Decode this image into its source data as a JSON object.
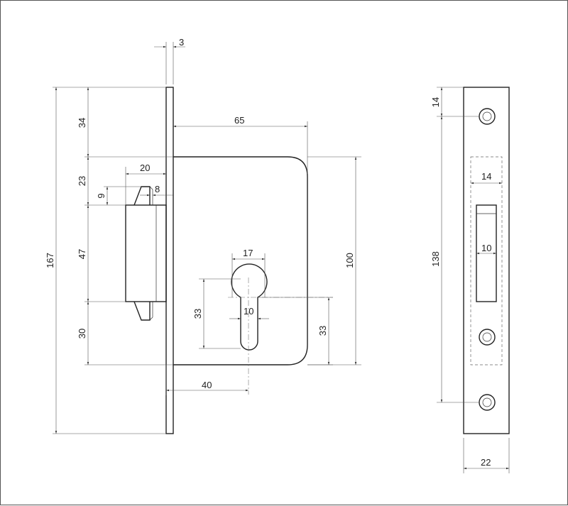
{
  "dimensions": {
    "faceplate_thickness": "3",
    "case_height": "65",
    "top_offset": "34",
    "upper_gap": "23",
    "latch_throw": "20",
    "latch_tip": "8",
    "latch_height": "9",
    "bolt_height": "47",
    "lower_offset": "30",
    "total_length": "167",
    "backset": "40",
    "cylinder_width": "17",
    "cylinder_slot": "10",
    "cylinder_height": "33",
    "cylinder_axis_offset": "33",
    "case_depth": "100",
    "strike_screw_offset": "14",
    "strike_screw_spacing": "138",
    "strike_window_width": "14",
    "strike_slot_width": "10",
    "strike_plate_width": "22"
  }
}
